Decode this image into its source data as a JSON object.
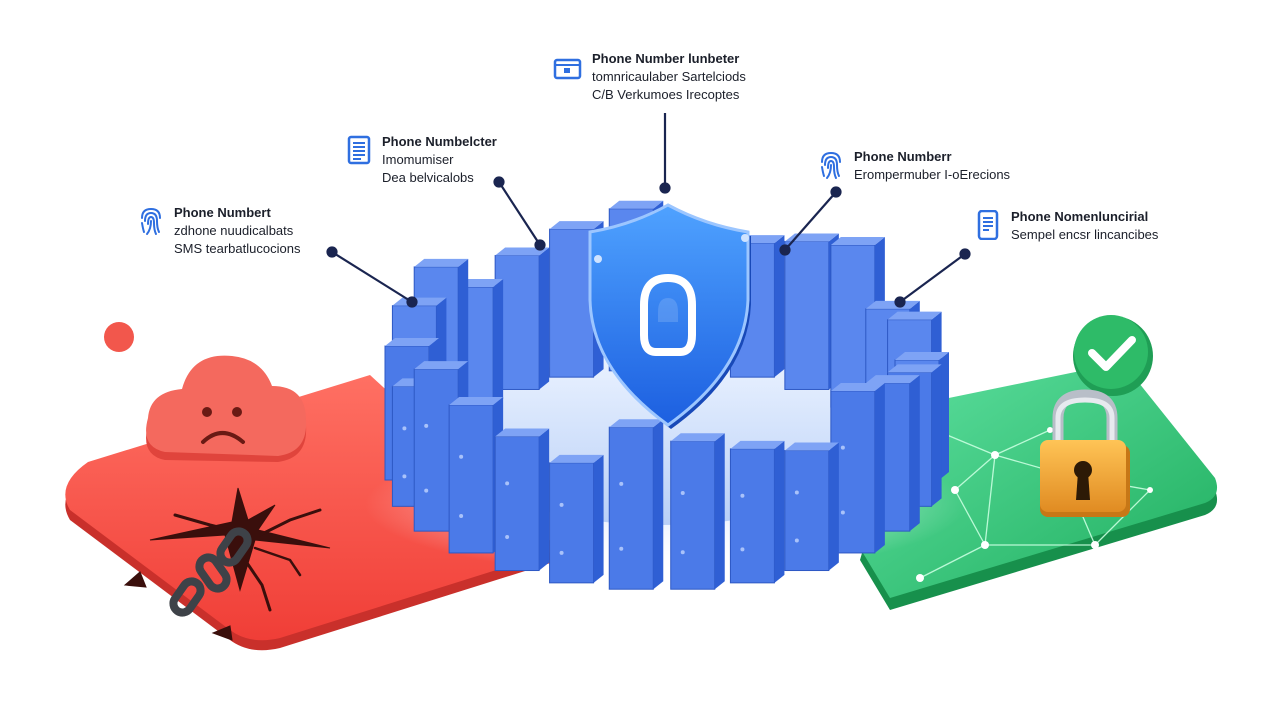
{
  "callouts": [
    {
      "title": "Phone Numbert",
      "line1": "zdhone nuudicalbats",
      "line2": "SMS tearbatlucocions",
      "icon": "fingerprint-icon"
    },
    {
      "title": "Phone Numbelcter",
      "line1": "Imomumiser",
      "line2": "Dea belvicalobs",
      "icon": "document-icon"
    },
    {
      "title": "Phone Number lunbeter",
      "line1": "tomnricaulaber Sartelciods",
      "line2": "C/B Verkumoes Irecoptes",
      "icon": "id-card-icon"
    },
    {
      "title": "Phone Numberr",
      "line1": "Erompermuber I-oErecions",
      "line2": "",
      "icon": "fingerprint-icon"
    },
    {
      "title": "Phone Nomenluncirial",
      "line1": "Sempel encsr lincancibes",
      "line2": "",
      "icon": "phone-icon"
    }
  ],
  "colors": {
    "accent_blue": "#2f6fe0",
    "wall_blue": "#4a7be6",
    "danger_red": "#f2574c",
    "safe_green": "#35c37a",
    "lock_gold": "#f0a93a",
    "line_navy": "#1a2550"
  }
}
